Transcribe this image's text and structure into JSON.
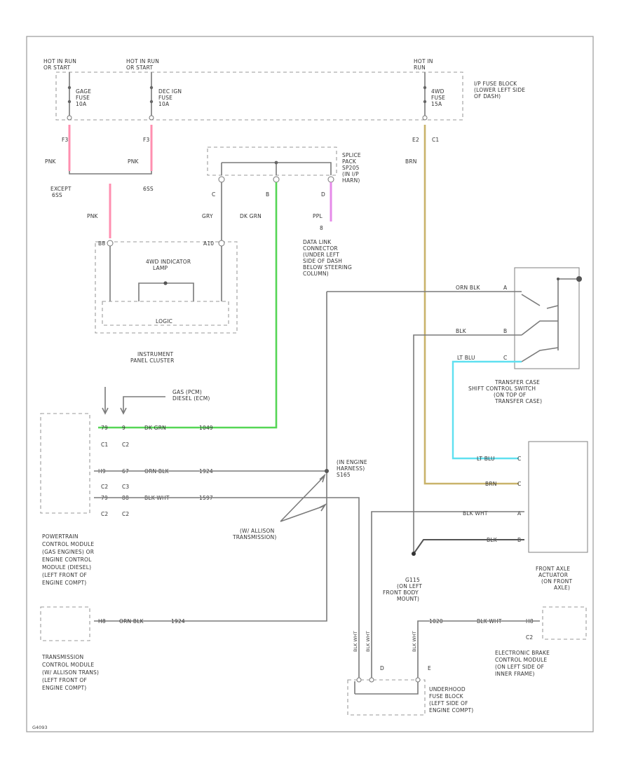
{
  "fuse_block": {
    "hot1": [
      "HOT IN RUN",
      "OR START"
    ],
    "hot2": [
      "HOT IN RUN",
      "OR START"
    ],
    "hot3": [
      "HOT IN",
      "RUN"
    ],
    "fuse1": [
      "GAGE",
      "FUSE",
      "10A"
    ],
    "fuse2": [
      "DEC IGN",
      "FUSE",
      "10A"
    ],
    "fuse3": [
      "4WD",
      "FUSE",
      "15A"
    ],
    "name": [
      "I/P FUSE BLOCK",
      "(LOWER LEFT SIDE",
      "OF DASH)"
    ]
  },
  "splice_pack": [
    "SPLICE",
    "PACK",
    "SP205",
    "(IN I/P",
    "HARN)"
  ],
  "pins": {
    "f1": "F3",
    "f2": "F3",
    "e2": "E2",
    "c1": "C1",
    "c": "C",
    "b": "B",
    "d": "D",
    "pin8": "8",
    "pin_b8": "B8",
    "pin_a10": "A10"
  },
  "wires": {
    "pnk1": "PNK",
    "pnk2": "PNK",
    "pnk3": "PNK",
    "gry": "GRY",
    "dkgrn": "DK GRN",
    "ppl": "PPL",
    "brn_top": "BRN"
  },
  "branch": {
    "except": [
      "EXCEPT",
      "6SS"
    ],
    "ss": "6SS"
  },
  "cluster": {
    "indicator": [
      "4WD INDICATOR",
      "LAMP"
    ],
    "logic": "LOGIC",
    "name": [
      "INSTRUMENT",
      "PANEL CLUSTER"
    ]
  },
  "dlc": [
    "DATA LINK",
    "CONNECTOR",
    "(UNDER LEFT",
    "SIDE OF DASH",
    "BELOW STEERING",
    "COLUMN)"
  ],
  "tc_switch": {
    "wire1": "ORN BLK",
    "pin1": "A",
    "wire2": "BLK",
    "pin2": "B",
    "wire3": "LT BLU",
    "pin3": "C",
    "name": [
      "TRANSFER CASE",
      "SHIFT CONTROL SWITCH",
      "(ON TOP OF",
      "TRANSFER CASE)"
    ]
  },
  "pcm": {
    "note": [
      "GAS (PCM)",
      "DIESEL (ECM)"
    ],
    "row1": {
      "p1": "79",
      "p2": "9",
      "wire": "DK GRN",
      "num": "1049"
    },
    "row1c": [
      "C1",
      "C2"
    ],
    "row2": {
      "p1": "H9",
      "p2": "67",
      "wire": "ORN BLK",
      "num": "1924"
    },
    "row2c": [
      "C2",
      "C3"
    ],
    "row3": {
      "p1": "79",
      "p2": "88",
      "wire": "BLK WHT",
      "num": "1597"
    },
    "row3c": [
      "C2",
      "C2"
    ],
    "name": [
      "POWERTRAIN",
      "CONTROL MODULE",
      "(GAS ENGINES) OR",
      "ENGINE CONTROL",
      "MODULE (DIESEL)",
      "(LEFT FRONT OF",
      "ENGINE COMPT)"
    ]
  },
  "harness": [
    "(IN ENGINE",
    "HARNESS)",
    "S165"
  ],
  "allison": [
    "(W/ ALLISON",
    "TRANSMISSION)"
  ],
  "actuator": {
    "wire1": "LT BLU",
    "pin1": "C",
    "wire2": "BRN",
    "pin2": "C",
    "wire3": "BLK WHT",
    "pin3": "A",
    "wire4": "BLK",
    "pin4": "B",
    "name": [
      "FRONT AXLE",
      "ACTUATOR",
      "(ON FRONT",
      "AXLE)"
    ]
  },
  "ground": [
    "G115",
    "(ON LEFT",
    "FRONT BODY",
    "MOUNT)"
  ],
  "tcm": {
    "pin": "H8",
    "wire": "ORN BLK",
    "num": "1924",
    "name": [
      "TRANSMISSION",
      "CONTROL MODULE",
      "(W/ ALLISON TRANS)",
      "(LEFT FRONT OF",
      "ENGINE COMPT)"
    ]
  },
  "ebcm": {
    "num": "1020",
    "wire": "BLK WHT",
    "pin": "H8",
    "conn": "C2",
    "name": [
      "ELECTRONIC BRAKE",
      "CONTROL MODULE",
      "(ON LEFT SIDE OF",
      "INNER FRAME)"
    ]
  },
  "underhood": {
    "v1": "BLK WHT",
    "v2": "BLK WHT",
    "v3": "BLK WHT",
    "pins": [
      "D",
      "E"
    ],
    "name": [
      "UNDERHOOD",
      "FUSE BLOCK",
      "(LEFT SIDE OF",
      "ENGINE COMPT)"
    ]
  },
  "footer": "G4093",
  "colors": {
    "pink": "#ff8fb0",
    "green": "#55d655",
    "violet": "#e58ae8",
    "tan": "#c9b36a",
    "cyan": "#5fe0f0"
  }
}
